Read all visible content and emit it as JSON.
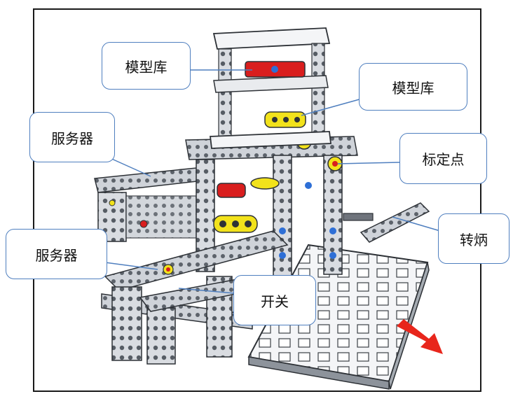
{
  "callouts": {
    "model_lib_top": "模型库",
    "model_lib_right": "模型库",
    "server_top": "服务器",
    "server_bottom": "服务器",
    "calibration_point": "标定点",
    "handle": "转炳",
    "switch": "开关"
  },
  "colors": {
    "callout_border": "#4f7fbf",
    "frame": "#1a1a1a",
    "beam_grey": "#c9cdd3",
    "beam_dark": "#6f747c",
    "red_part": "#d91e1e",
    "yellow_part": "#f2e21b",
    "blue_pin": "#2e6fd6",
    "arrow": "#e8261c"
  },
  "icons": {
    "direction_arrow": "arrow-down-right-icon"
  }
}
